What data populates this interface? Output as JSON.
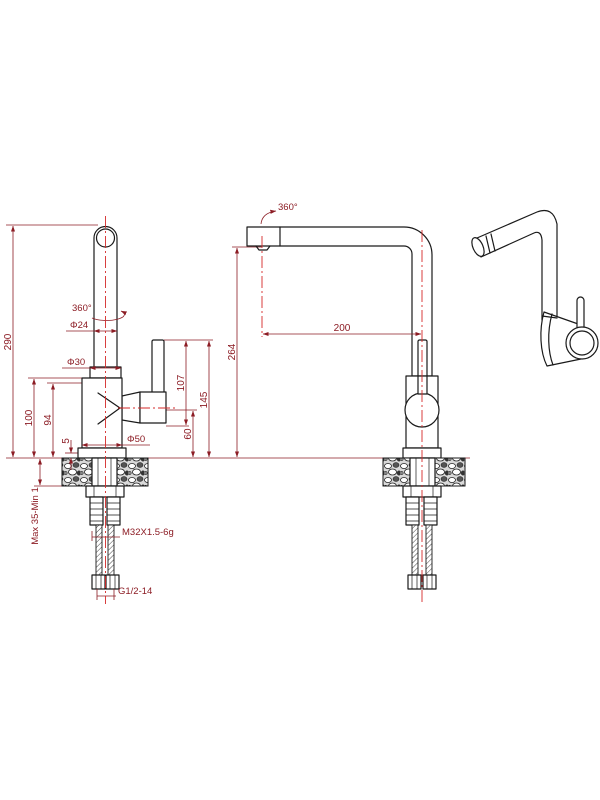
{
  "colors": {
    "background": "#ffffff",
    "line": "#1a1a1a",
    "dimension": "#8c1c24",
    "centerline": "#d42a2a",
    "stone_fill": "#d9d9d9"
  },
  "side_view": {
    "rotation": "360°",
    "spout_diameter": "Φ24",
    "collar_diameter": "Φ30",
    "base_diameter": "Φ50",
    "total_height": "290",
    "body_height": "100",
    "body_height_inner": "94",
    "base_thickness": "5",
    "lever_height": "107",
    "lever_top_height": "145",
    "handle_height": "60",
    "counter_thickness": "Max 35-Min 1",
    "shank_thread": "M32X1.5-6g",
    "hose_thread": "G1/2-14"
  },
  "front_view": {
    "rotation": "360°",
    "spout_reach": "200",
    "spout_height": "264"
  }
}
